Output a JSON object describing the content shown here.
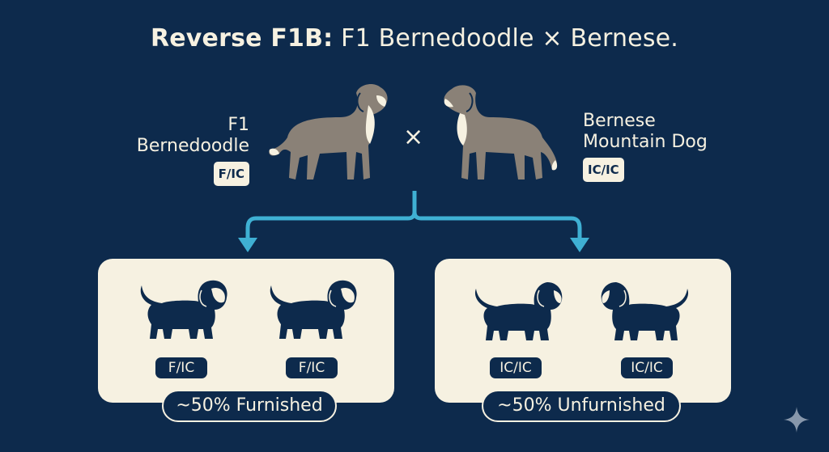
{
  "title": {
    "bold": "Reverse F1B:",
    "rest": " F1 Bernedoodle × Bernese."
  },
  "parents": {
    "left": {
      "line1": "F1",
      "line2": "Bernedoodle",
      "genotype": "F/IC"
    },
    "cross_symbol": "×",
    "right": {
      "line1": "Bernese",
      "line2": "Mountain Dog",
      "genotype": "IC/IC"
    }
  },
  "colors": {
    "background": "#0d2a4c",
    "cream": "#f6f1e1",
    "arrow": "#3fb0d3",
    "adult_dog": "#8a8177"
  },
  "offspring": {
    "furnished": {
      "puppies": [
        {
          "genotype": "F/IC"
        },
        {
          "genotype": "F/IC"
        }
      ],
      "label": "~50% Furnished"
    },
    "unfurnished": {
      "puppies": [
        {
          "genotype": "IC/IC"
        },
        {
          "genotype": "IC/IC"
        }
      ],
      "label": "~50% Unfurnished"
    }
  },
  "icons": {
    "sparkle": "sparkle-icon"
  }
}
